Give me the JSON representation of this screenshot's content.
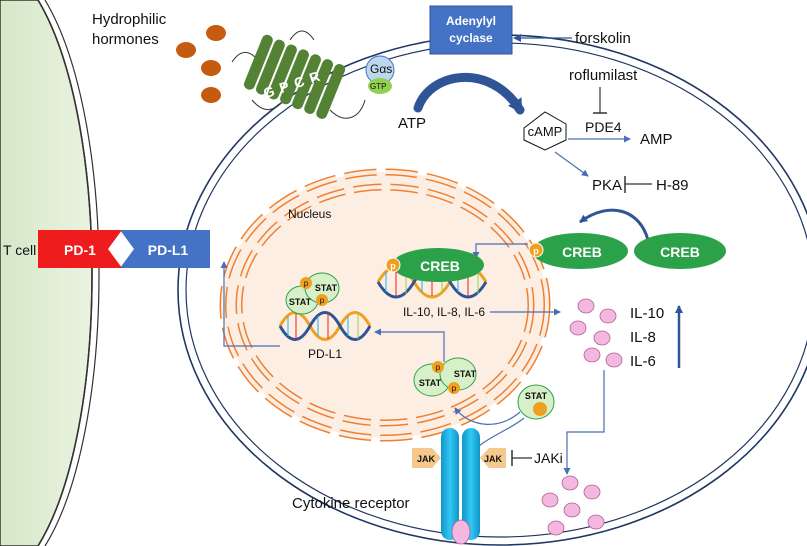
{
  "labels": {
    "hormones_line1": "Hydrophilic",
    "hormones_line2": "hormones",
    "gpcr": "GPCR",
    "galpha_s": "Gαs",
    "gtp": "GTP",
    "adenylyl_line1": "Adenylyl",
    "adenylyl_line2": "cyclase",
    "forskolin": "forskolin",
    "roflumilast": "roflumilast",
    "atp": "ATP",
    "camp": "cAMP",
    "pde4": "PDE4",
    "amp": "AMP",
    "pka": "PKA",
    "h89": "H-89",
    "nucleus": "Nucleus",
    "creb": "CREB",
    "p": "p",
    "stat": "STAT",
    "il_genes": "IL-10, IL-8, IL-6",
    "pd_l1_gene": "PD-L1",
    "il10": "IL-10",
    "il8": "IL-8",
    "il6": "IL-6",
    "t_cell": "T cell",
    "pd1": "PD-1",
    "pdl1": "PD-L1",
    "jak": "JAK",
    "jaki": "JAKi",
    "cytokine_receptor": "Cytokine receptor"
  },
  "colors": {
    "membrane": "#1f3864",
    "gpcr": "#548235",
    "adenylyl": "#4472c4",
    "creb": "#2ba24a",
    "phospho": "#f0a020",
    "stat_fill": "#d8f0c8",
    "pd1": "#ee1c1c",
    "pdl1": "#4472c4",
    "hormone": "#c55a11",
    "cytokine": "#f4b8e0",
    "nucleus": "#f08030",
    "receptor": "#17b5f0",
    "arrow": "#2f5597"
  }
}
